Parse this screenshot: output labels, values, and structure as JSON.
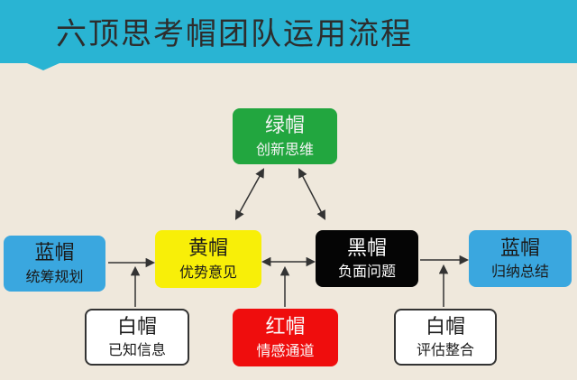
{
  "banner": {
    "title": "六顶思考帽团队运用流程",
    "color": "#29b4d3"
  },
  "nodes": {
    "green": {
      "hat": "绿帽",
      "role": "创新思维"
    },
    "blue_left": {
      "hat": "蓝帽",
      "role": "统筹规划"
    },
    "yellow": {
      "hat": "黄帽",
      "role": "优势意见"
    },
    "black": {
      "hat": "黑帽",
      "role": "负面问题"
    },
    "blue_right": {
      "hat": "蓝帽",
      "role": "归纳总结"
    },
    "white_left": {
      "hat": "白帽",
      "role": "已知信息"
    },
    "red": {
      "hat": "红帽",
      "role": "情感通道"
    },
    "white_right": {
      "hat": "白帽",
      "role": "评估整合"
    }
  },
  "colors": {
    "green": "#22a63f",
    "blue": "#3aa7df",
    "yellow": "#f8ef08",
    "black": "#050505",
    "red": "#ef0d0d",
    "white": "#ffffff",
    "background": "#efe8dc"
  }
}
